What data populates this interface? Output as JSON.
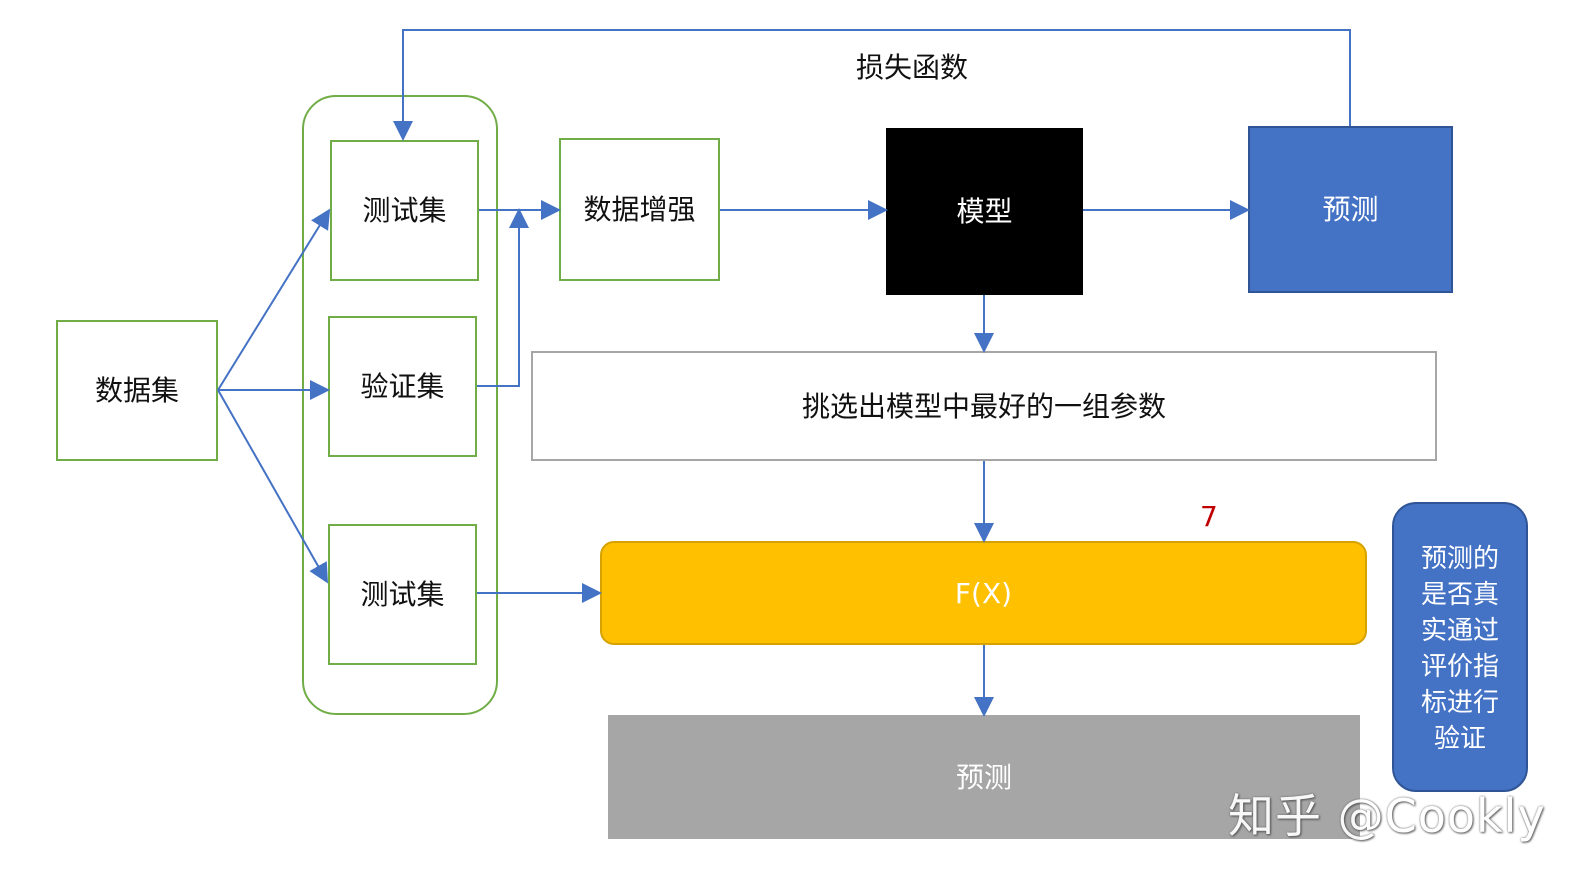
{
  "diagram": {
    "top_loop_label": "损失函数",
    "dataset": "数据集",
    "test_set_top": "测试集",
    "validation_set": "验证集",
    "test_set_bottom": "测试集",
    "augmentation": "数据增强",
    "model": "模型",
    "prediction_top": "预测",
    "select_params": "挑选出模型中最好的一组参数",
    "function": "F(X)",
    "prediction_bottom": "预测",
    "annotation_number": "7",
    "side_note": "预测的\n是否真\n实通过\n评价指\n标进行\n验证",
    "watermark": "知乎 @Cookly",
    "colors": {
      "green_border": "#70ad47",
      "blue_line": "#4472c4",
      "black_box": "#000000",
      "blue_box": "#4472c4",
      "yellow_box": "#ffc000",
      "gray_box": "#a6a6a6",
      "red_text": "#c00000"
    }
  }
}
